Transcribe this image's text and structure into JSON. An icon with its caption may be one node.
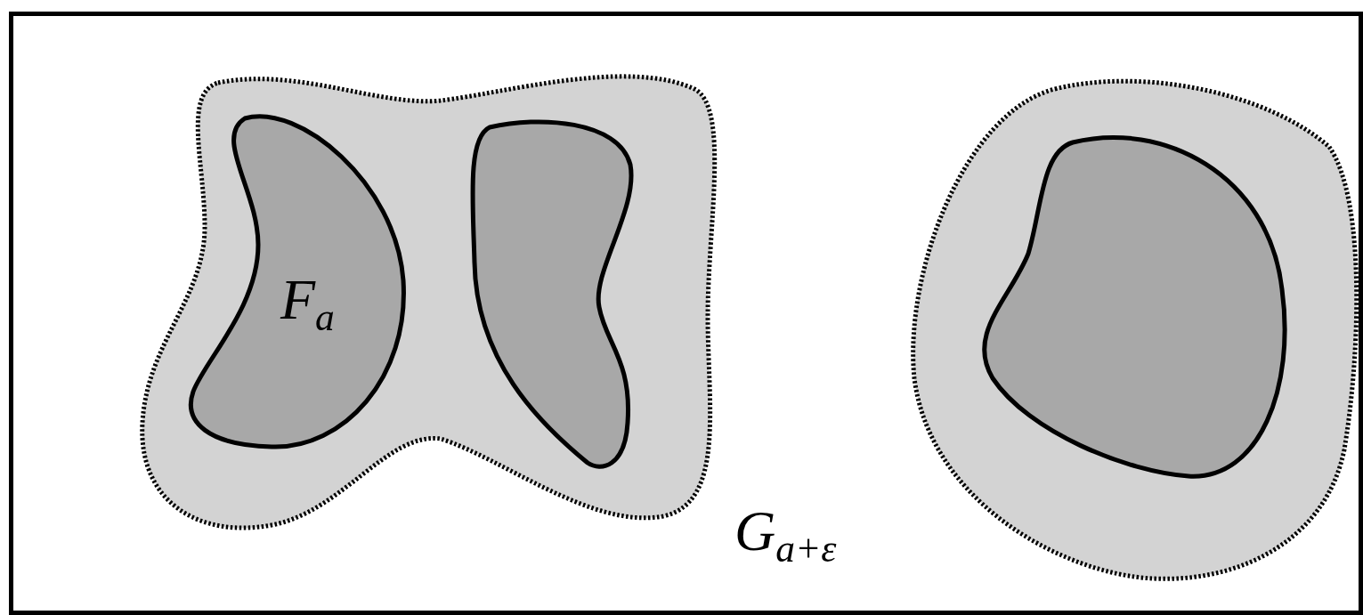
{
  "diagram": {
    "nodes": [
      {
        "text": [
          "*G*$_{a+ε}$"
        ]
      },
      {
        "text": [],
        "shape": "blob",
        "in": 0
      },
      {
        "text": [
          "*F*$_{a}$"
        ],
        "in": 1
      },
      {
        "text": [],
        "shape": "blob",
        "in": 1
      },
      {
        "text": [],
        "shape": "blob",
        "in": 0
      },
      {
        "text": [],
        "shape": "blob",
        "in": 4
      }
    ]
  }
}
